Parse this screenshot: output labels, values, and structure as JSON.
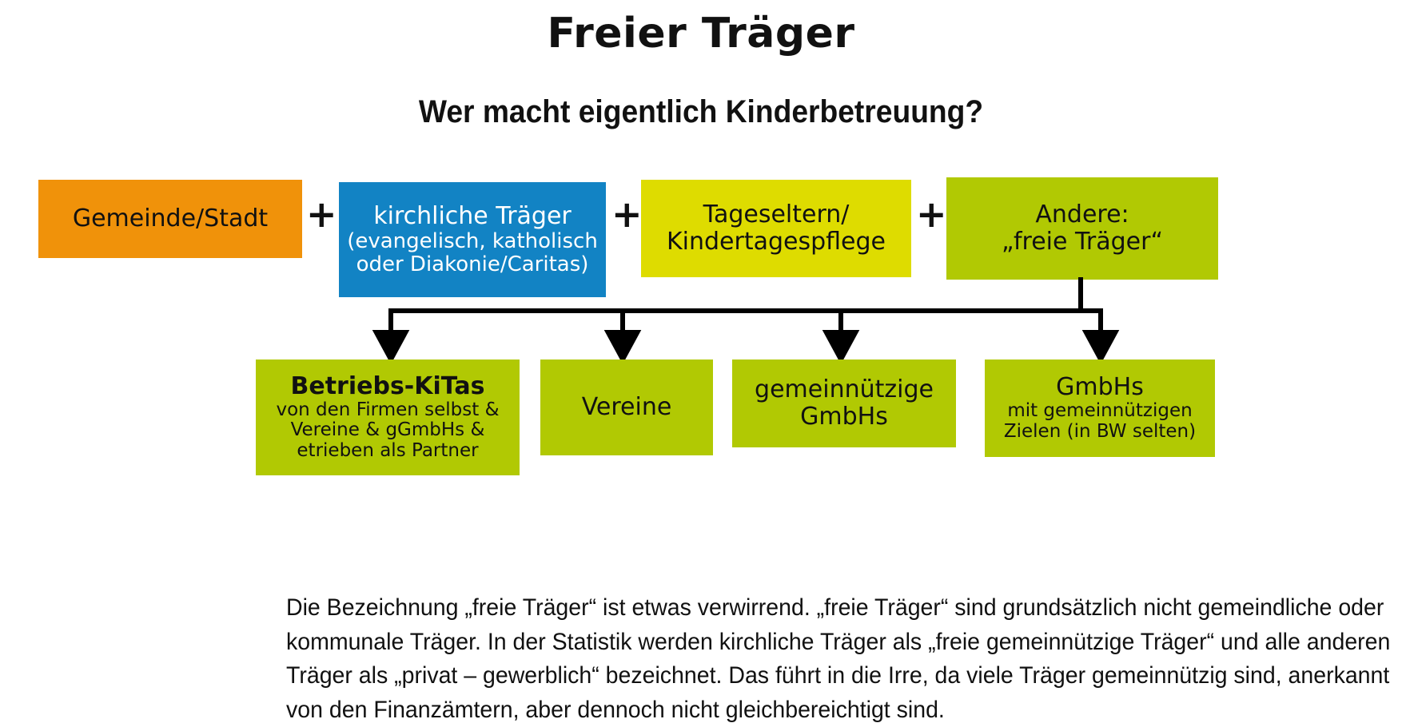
{
  "header": {
    "title": "Freier Träger",
    "subtitle": "Wer macht eigentlich Kinderbetreuung?"
  },
  "colors": {
    "orange": "#F0920A",
    "blue": "#1283C4",
    "yellow": "#DEDC00",
    "green": "#B1C903",
    "text_dark": "#111111",
    "text_light": "#FFFFFF",
    "background": "#FFFFFF",
    "connector": "#000000"
  },
  "operators": {
    "plus1": "+",
    "plus2": "+",
    "plus3": "+"
  },
  "top_row": [
    {
      "id": "gemeinde-stadt",
      "color": "#F0920A",
      "lines": [
        "Gemeinde/Stadt"
      ],
      "text_color": "#111111"
    },
    {
      "id": "kirchliche-traeger",
      "color": "#1283C4",
      "lines": [
        "kirchliche Träger",
        "(evangelisch, katholisch",
        "oder Diakonie/Caritas)"
      ],
      "text_color": "#FFFFFF"
    },
    {
      "id": "tageseltern",
      "color": "#DEDC00",
      "lines": [
        "Tageseltern/",
        "Kindertagespflege"
      ],
      "text_color": "#111111"
    },
    {
      "id": "andere-freie-traeger",
      "color": "#B1C903",
      "lines": [
        "Andere:",
        "„freie Träger“"
      ],
      "text_color": "#111111"
    }
  ],
  "bottom_row": [
    {
      "id": "betriebs-kitas",
      "color": "#B1C903",
      "heading": "Betriebs-KiTas",
      "lines": [
        "von den Firmen selbst &",
        "Vereine & gGmbHs &",
        "etrieben als Partner"
      ]
    },
    {
      "id": "vereine",
      "color": "#B1C903",
      "heading": "Vereine",
      "lines": []
    },
    {
      "id": "gemeinnuetzige-gmbhs",
      "color": "#B1C903",
      "heading": "gemeinnützige",
      "heading2": "GmbHs",
      "lines": []
    },
    {
      "id": "gmbhs-gemeinnuetzig",
      "color": "#B1C903",
      "heading": "GmbHs",
      "lines": [
        "mit gemeinnützigen",
        "Zielen (in BW selten)"
      ]
    }
  ],
  "footnote": {
    "lines": [
      "Die Bezeichnung „freie Träger“ ist etwas verwirrend. „freie Träger“ sind grundsätzlich nicht gemeindliche oder",
      "kommunale Träger. In der Statistik werden kirchliche Träger als „freie gemeinnützige Träger“ und alle anderen",
      "Träger als „privat – gewerblich“ bezeichnet. Das führt in die Irre, da viele Träger gemeinnützig sind, anerkannt",
      "von den Finanzämtern, aber dennoch nicht gleichbereichtigt sind."
    ]
  }
}
